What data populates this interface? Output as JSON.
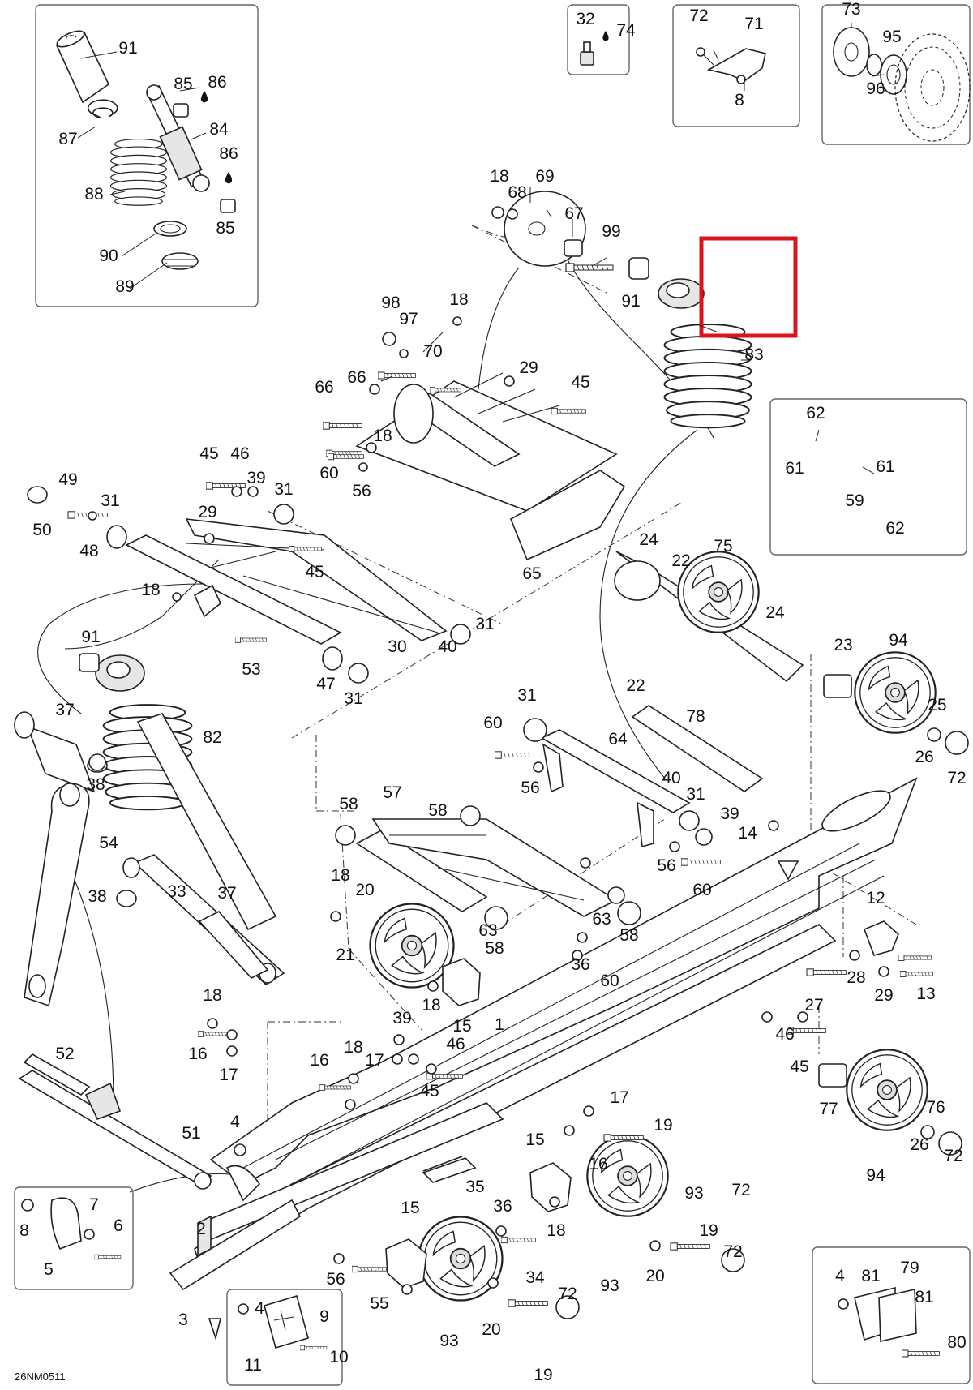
{
  "diagram_code": "26NM0511",
  "highlight_color": "#d9141c",
  "callouts": [
    {
      "id": "c91a",
      "text": "91"
    },
    {
      "id": "c85a",
      "text": "85"
    },
    {
      "id": "c86a",
      "text": "86"
    },
    {
      "id": "c87",
      "text": "87"
    },
    {
      "id": "c84",
      "text": "84"
    },
    {
      "id": "c86b",
      "text": "86"
    },
    {
      "id": "c88",
      "text": "88"
    },
    {
      "id": "c85b",
      "text": "85"
    },
    {
      "id": "c90",
      "text": "90"
    },
    {
      "id": "c89",
      "text": "89"
    },
    {
      "id": "c32",
      "text": "32"
    },
    {
      "id": "c74",
      "text": "74"
    },
    {
      "id": "c72a",
      "text": "72"
    },
    {
      "id": "c71",
      "text": "71"
    },
    {
      "id": "c8a",
      "text": "8"
    },
    {
      "id": "c73",
      "text": "73"
    },
    {
      "id": "c95",
      "text": "95"
    },
    {
      "id": "c96",
      "text": "96"
    },
    {
      "id": "c18a",
      "text": "18"
    },
    {
      "id": "c68",
      "text": "68"
    },
    {
      "id": "c69",
      "text": "69"
    },
    {
      "id": "c67",
      "text": "67"
    },
    {
      "id": "c99",
      "text": "99"
    },
    {
      "id": "c91b",
      "text": "91"
    },
    {
      "id": "c83",
      "text": "83"
    },
    {
      "id": "c98",
      "text": "98"
    },
    {
      "id": "c97",
      "text": "97"
    },
    {
      "id": "c18b",
      "text": "18"
    },
    {
      "id": "c70",
      "text": "70"
    },
    {
      "id": "c66a",
      "text": "66"
    },
    {
      "id": "c66b",
      "text": "66"
    },
    {
      "id": "c29a",
      "text": "29"
    },
    {
      "id": "c45a",
      "text": "45"
    },
    {
      "id": "c18c",
      "text": "18"
    },
    {
      "id": "c60a",
      "text": "60"
    },
    {
      "id": "c56a",
      "text": "56"
    },
    {
      "id": "c65",
      "text": "65"
    },
    {
      "id": "c62a",
      "text": "62"
    },
    {
      "id": "c61a",
      "text": "61"
    },
    {
      "id": "c61b",
      "text": "61"
    },
    {
      "id": "c59",
      "text": "59"
    },
    {
      "id": "c62b",
      "text": "62"
    },
    {
      "id": "c45b",
      "text": "45"
    },
    {
      "id": "c46a",
      "text": "46"
    },
    {
      "id": "c39a",
      "text": "39"
    },
    {
      "id": "c31a",
      "text": "31"
    },
    {
      "id": "c49",
      "text": "49"
    },
    {
      "id": "c31b",
      "text": "31"
    },
    {
      "id": "c50",
      "text": "50"
    },
    {
      "id": "c48",
      "text": "48"
    },
    {
      "id": "c29b",
      "text": "29"
    },
    {
      "id": "c45c",
      "text": "45"
    },
    {
      "id": "c18d",
      "text": "18"
    },
    {
      "id": "c91c",
      "text": "91"
    },
    {
      "id": "c53",
      "text": "53"
    },
    {
      "id": "c30",
      "text": "30"
    },
    {
      "id": "c40a",
      "text": "40"
    },
    {
      "id": "c31c",
      "text": "31"
    },
    {
      "id": "c47",
      "text": "47"
    },
    {
      "id": "c31d",
      "text": "31"
    },
    {
      "id": "c24a",
      "text": "24"
    },
    {
      "id": "c22a",
      "text": "22"
    },
    {
      "id": "c75",
      "text": "75"
    },
    {
      "id": "c24b",
      "text": "24"
    },
    {
      "id": "c23",
      "text": "23"
    },
    {
      "id": "c94a",
      "text": "94"
    },
    {
      "id": "c25",
      "text": "25"
    },
    {
      "id": "c26a",
      "text": "26"
    },
    {
      "id": "c72b",
      "text": "72"
    },
    {
      "id": "c37a",
      "text": "37"
    },
    {
      "id": "c82",
      "text": "82"
    },
    {
      "id": "c38a",
      "text": "38"
    },
    {
      "id": "c31e",
      "text": "31"
    },
    {
      "id": "c22b",
      "text": "22"
    },
    {
      "id": "c60b",
      "text": "60"
    },
    {
      "id": "c78",
      "text": "78"
    },
    {
      "id": "c64",
      "text": "64"
    },
    {
      "id": "c56b",
      "text": "56"
    },
    {
      "id": "c40b",
      "text": "40"
    },
    {
      "id": "c31f",
      "text": "31"
    },
    {
      "id": "c39b",
      "text": "39"
    },
    {
      "id": "c14",
      "text": "14"
    },
    {
      "id": "c56c",
      "text": "56"
    },
    {
      "id": "c60c",
      "text": "60"
    },
    {
      "id": "c58a",
      "text": "58"
    },
    {
      "id": "c57",
      "text": "57"
    },
    {
      "id": "c58b",
      "text": "58"
    },
    {
      "id": "c54",
      "text": "54"
    },
    {
      "id": "c38b",
      "text": "38"
    },
    {
      "id": "c33",
      "text": "33"
    },
    {
      "id": "c37b",
      "text": "37"
    },
    {
      "id": "c18e",
      "text": "18"
    },
    {
      "id": "c20a",
      "text": "20"
    },
    {
      "id": "c21",
      "text": "21"
    },
    {
      "id": "c63a",
      "text": "63"
    },
    {
      "id": "c58c",
      "text": "58"
    },
    {
      "id": "c63b",
      "text": "63"
    },
    {
      "id": "c58d",
      "text": "58"
    },
    {
      "id": "c36a",
      "text": "36"
    },
    {
      "id": "c60d",
      "text": "60"
    },
    {
      "id": "c18f",
      "text": "18"
    },
    {
      "id": "c15a",
      "text": "15"
    },
    {
      "id": "c12",
      "text": "12"
    },
    {
      "id": "c28",
      "text": "28"
    },
    {
      "id": "c13",
      "text": "13"
    },
    {
      "id": "c29c",
      "text": "29"
    },
    {
      "id": "c27",
      "text": "27"
    },
    {
      "id": "c18g",
      "text": "18"
    },
    {
      "id": "c16a",
      "text": "16"
    },
    {
      "id": "c17a",
      "text": "17"
    },
    {
      "id": "c39c",
      "text": "39"
    },
    {
      "id": "c1",
      "text": "1"
    },
    {
      "id": "c46b",
      "text": "46"
    },
    {
      "id": "c45d",
      "text": "45"
    },
    {
      "id": "c46c",
      "text": "46"
    },
    {
      "id": "c45e",
      "text": "45"
    },
    {
      "id": "c52",
      "text": "52"
    },
    {
      "id": "c16b",
      "text": "16"
    },
    {
      "id": "c18h",
      "text": "18"
    },
    {
      "id": "c17b",
      "text": "17"
    },
    {
      "id": "c77",
      "text": "77"
    },
    {
      "id": "c94b",
      "text": "94"
    },
    {
      "id": "c76",
      "text": "76"
    },
    {
      "id": "c26b",
      "text": "26"
    },
    {
      "id": "c72c",
      "text": "72"
    },
    {
      "id": "c17c",
      "text": "17"
    },
    {
      "id": "c19a",
      "text": "19"
    },
    {
      "id": "c16c",
      "text": "16"
    },
    {
      "id": "c51",
      "text": "51"
    },
    {
      "id": "c4a",
      "text": "4"
    },
    {
      "id": "c15b",
      "text": "15"
    },
    {
      "id": "c35",
      "text": "35"
    },
    {
      "id": "c93a",
      "text": "93"
    },
    {
      "id": "c72d",
      "text": "72"
    },
    {
      "id": "c7",
      "text": "7"
    },
    {
      "id": "c8b",
      "text": "8"
    },
    {
      "id": "c6",
      "text": "6"
    },
    {
      "id": "c5",
      "text": "5"
    },
    {
      "id": "c2",
      "text": "2"
    },
    {
      "id": "c15c",
      "text": "15"
    },
    {
      "id": "c36b",
      "text": "36"
    },
    {
      "id": "c18i",
      "text": "18"
    },
    {
      "id": "c19b",
      "text": "19"
    },
    {
      "id": "c72e",
      "text": "72"
    },
    {
      "id": "c34",
      "text": "34"
    },
    {
      "id": "c93b",
      "text": "93"
    },
    {
      "id": "c20b",
      "text": "20"
    },
    {
      "id": "c56d",
      "text": "56"
    },
    {
      "id": "c55",
      "text": "55"
    },
    {
      "id": "c3",
      "text": "3"
    },
    {
      "id": "c4b",
      "text": "4"
    },
    {
      "id": "c9",
      "text": "9"
    },
    {
      "id": "c10",
      "text": "10"
    },
    {
      "id": "c11",
      "text": "11"
    },
    {
      "id": "c93c",
      "text": "93"
    },
    {
      "id": "c20c",
      "text": "20"
    },
    {
      "id": "c72f",
      "text": "72"
    },
    {
      "id": "c19c",
      "text": "19"
    },
    {
      "id": "c4c",
      "text": "4"
    },
    {
      "id": "c81a",
      "text": "81"
    },
    {
      "id": "c79",
      "text": "79"
    },
    {
      "id": "c81b",
      "text": "81"
    },
    {
      "id": "c80",
      "text": "80"
    }
  ]
}
